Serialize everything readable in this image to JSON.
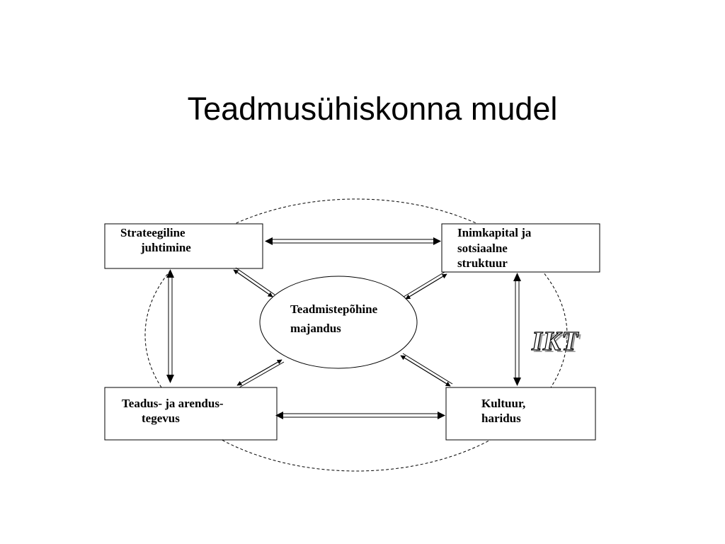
{
  "slide": {
    "title": "Teadmusühiskonna mudel"
  },
  "diagram": {
    "nodes": {
      "strategic": {
        "line1": "Strateegiline",
        "line2": "juhtimine"
      },
      "human_capital": {
        "line1": "Inimkapital ja",
        "line2": "sotsiaalne",
        "line3": "struktuur"
      },
      "research": {
        "line1": "Teadus- ja arendus-",
        "line2": "tegevus"
      },
      "culture": {
        "line1": "Kultuur,",
        "line2": "haridus"
      },
      "center": {
        "line1": "Teadmistepõhine",
        "line2": "majandus"
      }
    },
    "overlay_label": "IKT",
    "connections": [
      {
        "from": "strategic",
        "to": "human_capital",
        "direction": "both"
      },
      {
        "from": "research",
        "to": "culture",
        "direction": "both"
      },
      {
        "from": "strategic",
        "to": "research",
        "direction": "both"
      },
      {
        "from": "human_capital",
        "to": "culture",
        "direction": "both"
      },
      {
        "from": "strategic",
        "to": "center",
        "direction": "both"
      },
      {
        "from": "human_capital",
        "to": "center",
        "direction": "both"
      },
      {
        "from": "research",
        "to": "center",
        "direction": "both"
      },
      {
        "from": "culture",
        "to": "center",
        "direction": "both"
      }
    ],
    "colors": {
      "line": "#000000",
      "background": "#ffffff",
      "ikt_shadow": "#9a9a9a"
    }
  }
}
